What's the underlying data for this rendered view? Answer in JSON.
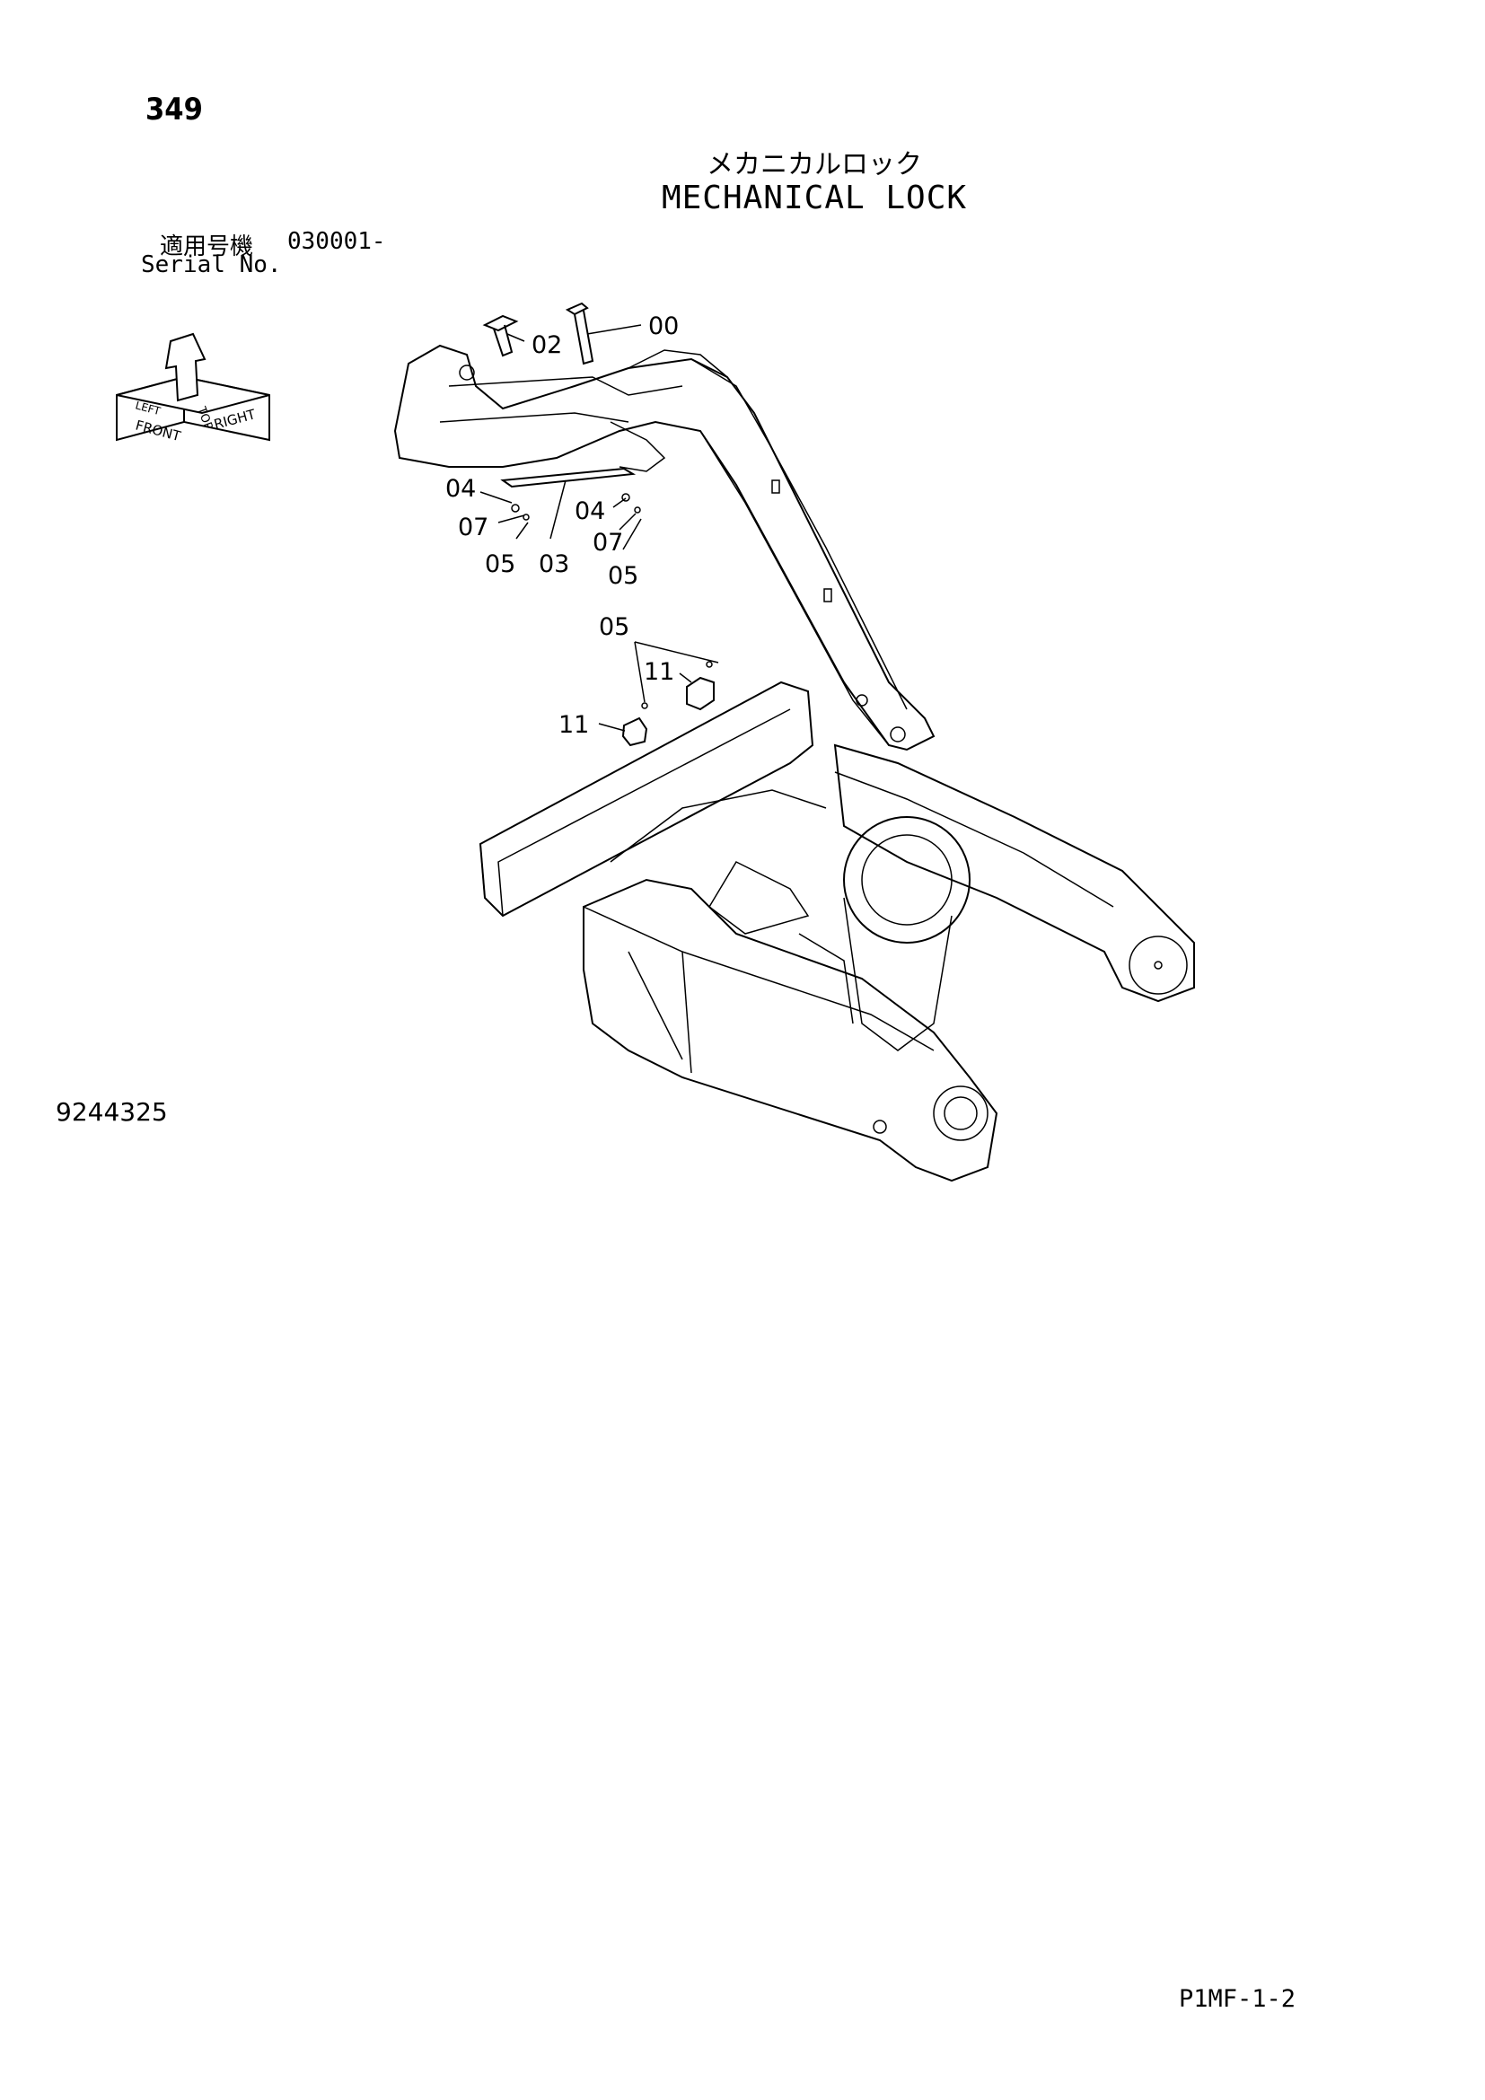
{
  "page_number": "349",
  "title_jp": "メカニカルロック",
  "title_en": "MECHANICAL LOCK",
  "serial": {
    "label_jp": "適用号機",
    "value": "030001-",
    "label_en": "Serial No."
  },
  "orientation_labels": [
    "TOP",
    "FRONT",
    "RIGHT",
    "LEFT"
  ],
  "callouts": [
    "00",
    "02",
    "04",
    "07",
    "05",
    "03",
    "04",
    "07",
    "05",
    "05",
    "11",
    "11"
  ],
  "drawing_number": "9244325",
  "page_code": "P1MF-1-2"
}
